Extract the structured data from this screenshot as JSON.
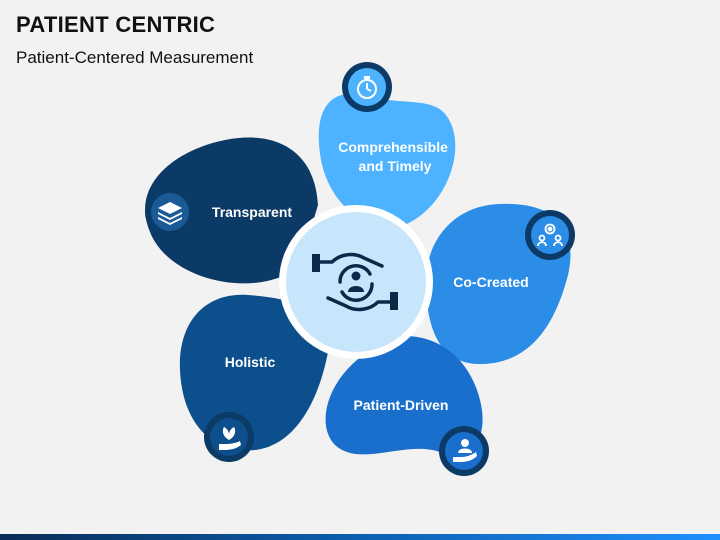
{
  "title": "PATIENT CENTRIC",
  "subtitle": "Patient-Centered Measurement",
  "colors": {
    "transparent": "#0b3a66",
    "comprehensible": "#4db2ff",
    "co_created": "#2b8de6",
    "patient_driven": "#1a6fcc",
    "holistic": "#0d4e8c",
    "center_fill": "#c8e6fb",
    "center_ring": "#ffffff"
  },
  "petals": [
    {
      "key": "comprehensible",
      "lines": [
        "Comprehensible",
        "and Timely"
      ],
      "icon": "stopwatch-icon"
    },
    {
      "key": "co_created",
      "lines": [
        "Co-Created"
      ],
      "icon": "team-gear-icon"
    },
    {
      "key": "patient_driven",
      "lines": [
        "Patient-Driven"
      ],
      "icon": "hand-user-icon"
    },
    {
      "key": "holistic",
      "lines": [
        "Holistic"
      ],
      "icon": "plant-hand-icon"
    },
    {
      "key": "transparent",
      "lines": [
        "Transparent"
      ],
      "icon": "layers-icon"
    }
  ],
  "center_icon": "hands-care-icon"
}
